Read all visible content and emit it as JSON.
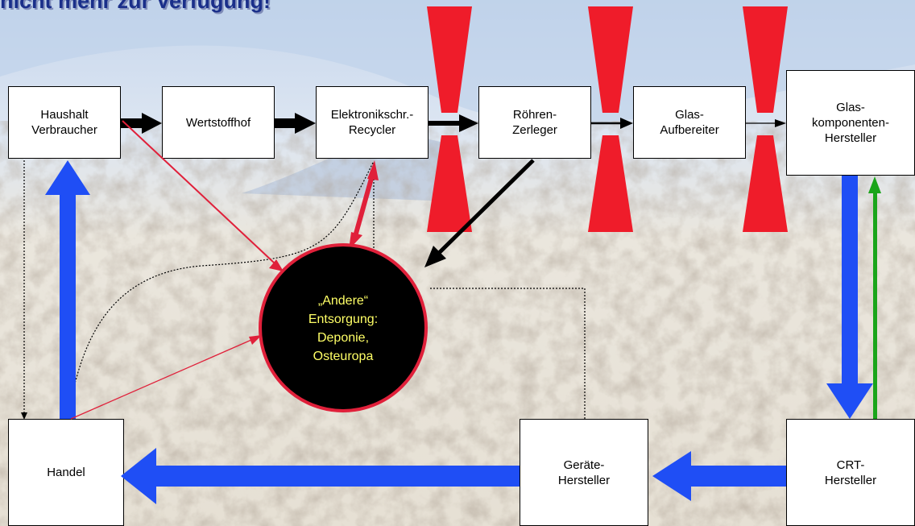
{
  "slide": {
    "title": "nicht mehr zur Verfügung!",
    "colors": {
      "flow_blue": "#1f4ef5",
      "flow_red": "#e0203a",
      "barrier_red": "#ef1c2a",
      "recycle_green": "#1aa51a",
      "circle_fill": "#000000",
      "circle_text": "#ffff66"
    }
  },
  "nodes": {
    "household": "Haushalt\nVerbraucher",
    "wertstoffhof": "Wertstoffhof",
    "ewaste_recycler": "Elektronikschr.-\nRecycler",
    "tube_dismantler": "Röhren-\nZerleger",
    "glass_processor": "Glas-\nAufbereiter",
    "glass_component_maker": "Glas-\nkomponenten-\nHersteller",
    "retail": "Handel",
    "device_maker": "Geräte-\nHersteller",
    "crt_maker": "CRT-\nHersteller"
  },
  "disposal": {
    "label": "„Andere“\nEntsorgung:\nDeponie,\nOsteuropa"
  }
}
